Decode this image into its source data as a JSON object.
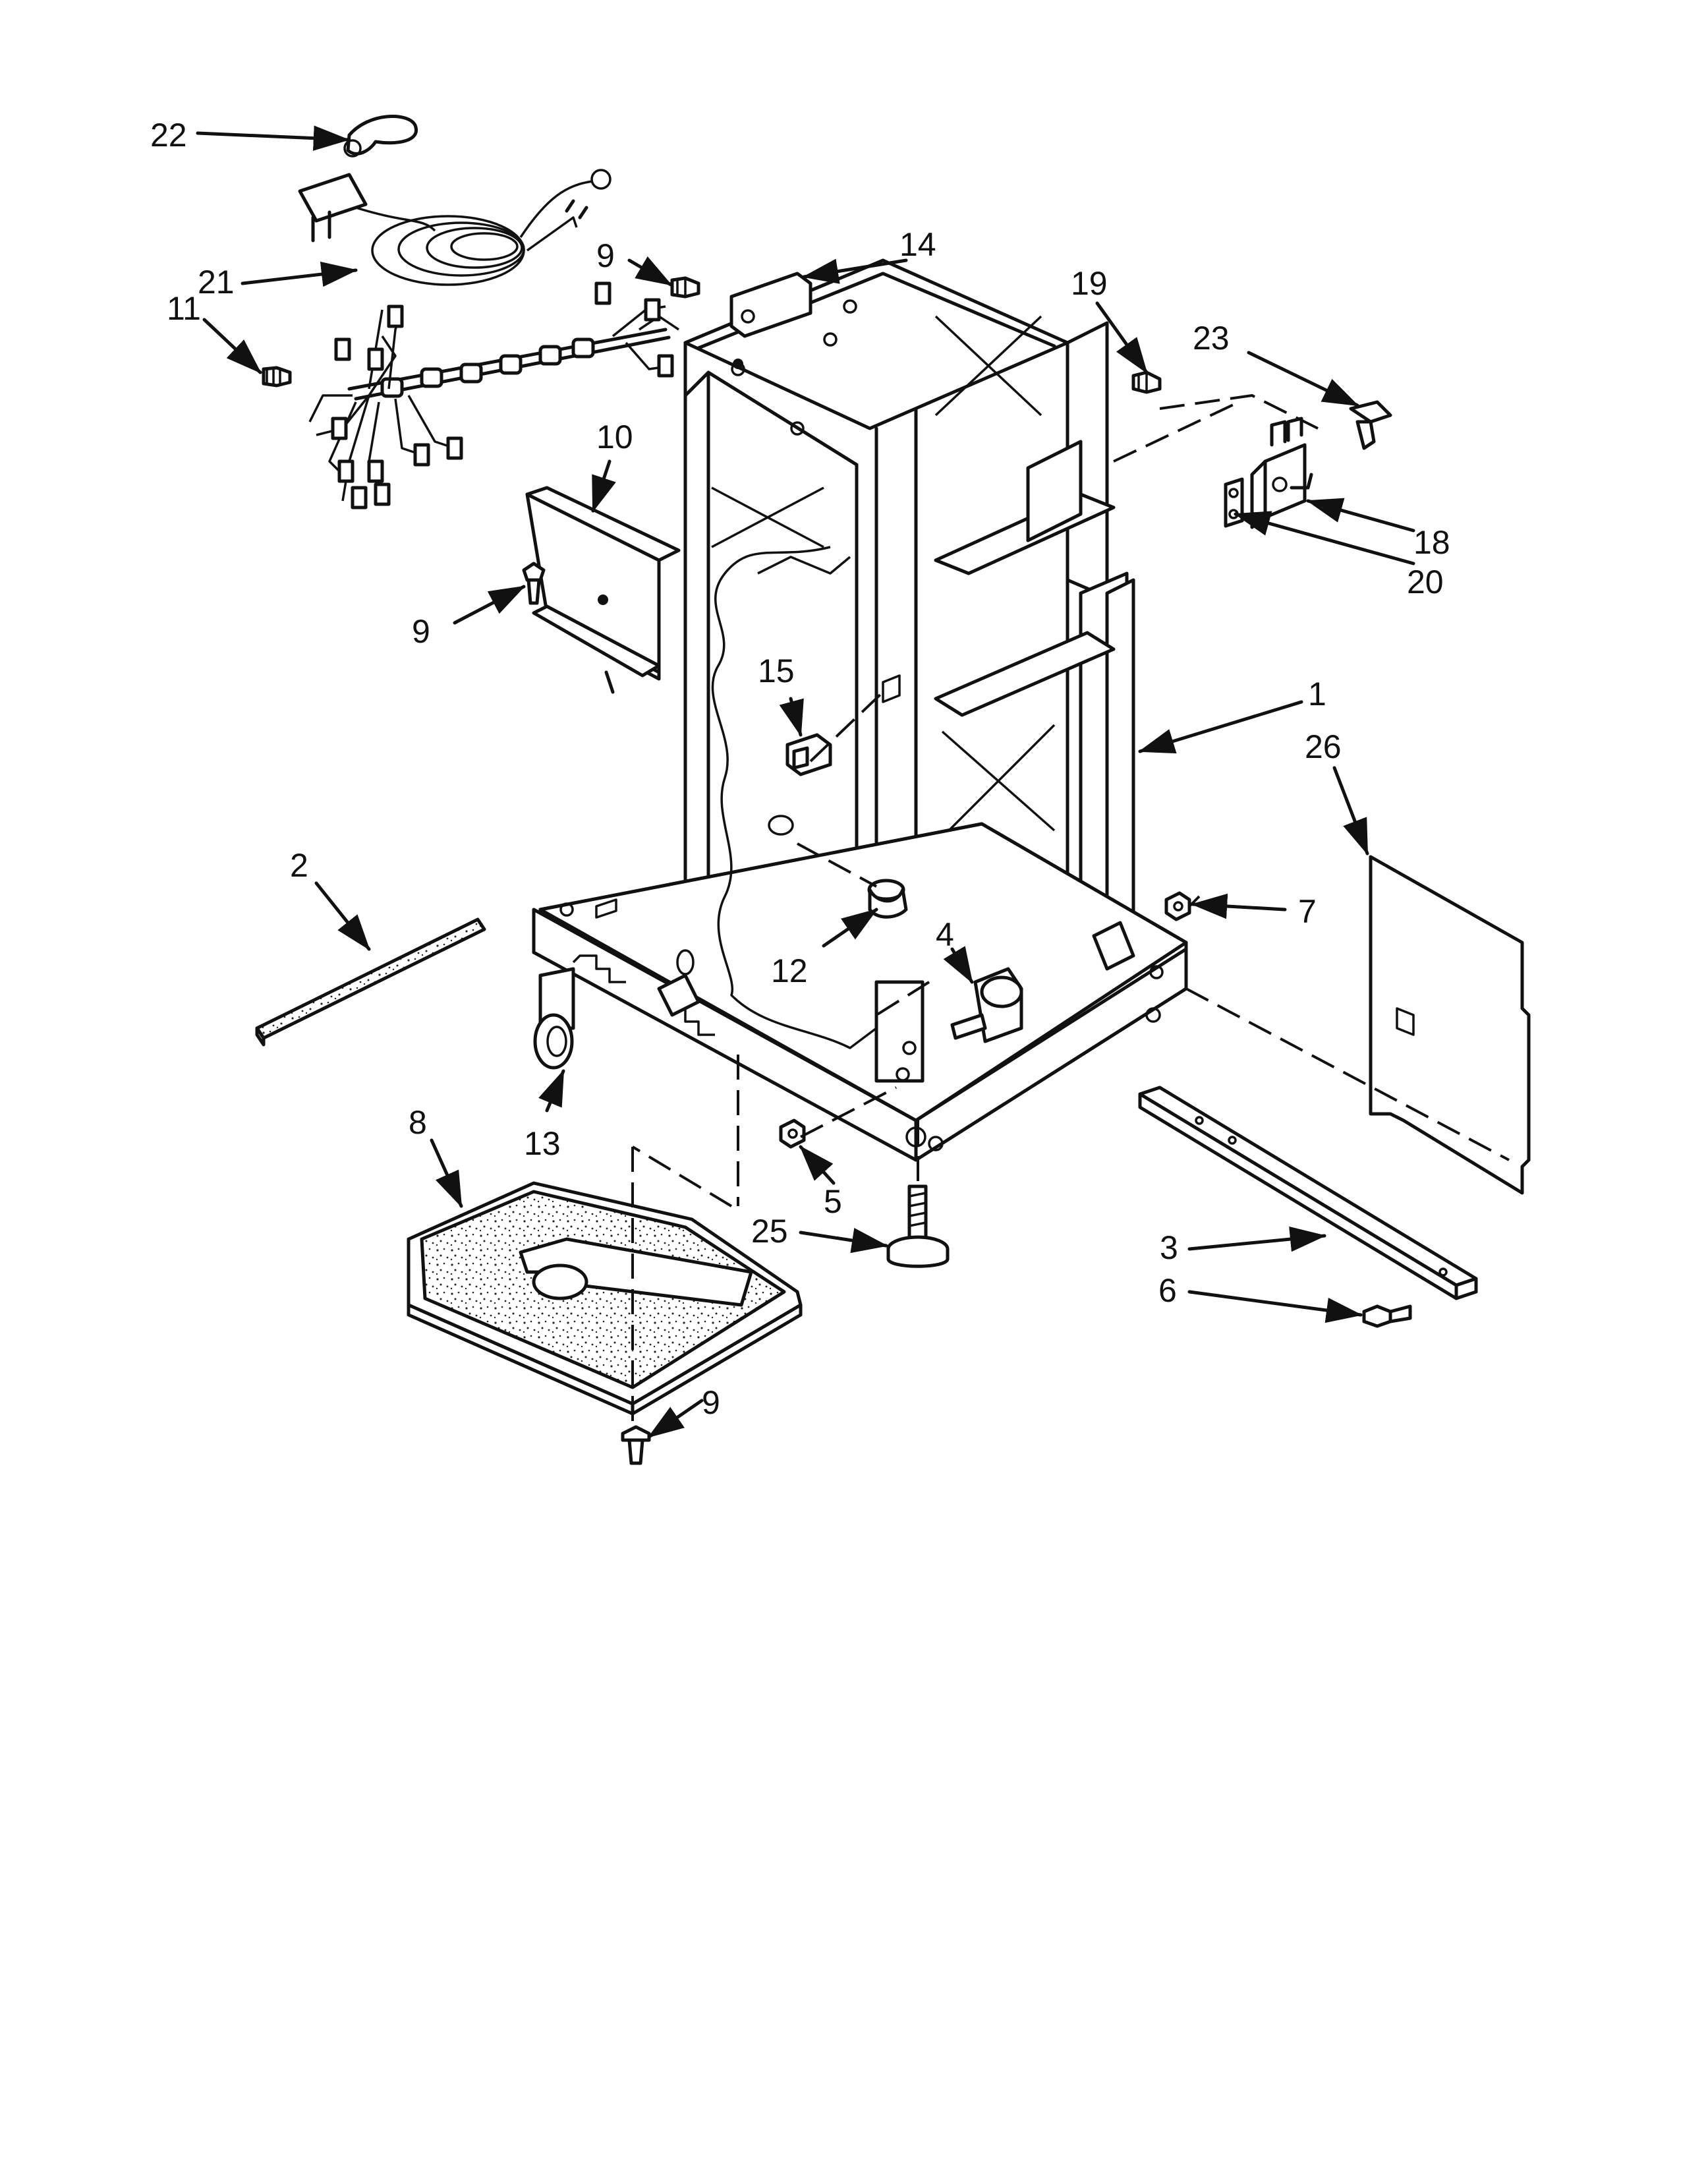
{
  "diagram": {
    "callouts": [
      {
        "id": "c22",
        "label": "22"
      },
      {
        "id": "c21",
        "label": "21"
      },
      {
        "id": "c11",
        "label": "11"
      },
      {
        "id": "c9a",
        "label": "9"
      },
      {
        "id": "c14",
        "label": "14"
      },
      {
        "id": "c19",
        "label": "19"
      },
      {
        "id": "c23",
        "label": "23"
      },
      {
        "id": "c10",
        "label": "10"
      },
      {
        "id": "c9b",
        "label": "9"
      },
      {
        "id": "c18",
        "label": "18"
      },
      {
        "id": "c20",
        "label": "20"
      },
      {
        "id": "c15",
        "label": "15"
      },
      {
        "id": "c1",
        "label": "1"
      },
      {
        "id": "c26",
        "label": "26"
      },
      {
        "id": "c2",
        "label": "2"
      },
      {
        "id": "c7",
        "label": "7"
      },
      {
        "id": "c4",
        "label": "4"
      },
      {
        "id": "c12",
        "label": "12"
      },
      {
        "id": "c13",
        "label": "13"
      },
      {
        "id": "c8",
        "label": "8"
      },
      {
        "id": "c5",
        "label": "5"
      },
      {
        "id": "c25",
        "label": "25"
      },
      {
        "id": "c3",
        "label": "3"
      },
      {
        "id": "c6",
        "label": "6"
      },
      {
        "id": "c9c",
        "label": "9"
      }
    ],
    "colors": {
      "ink": "#111111",
      "paper": "#ffffff"
    }
  }
}
